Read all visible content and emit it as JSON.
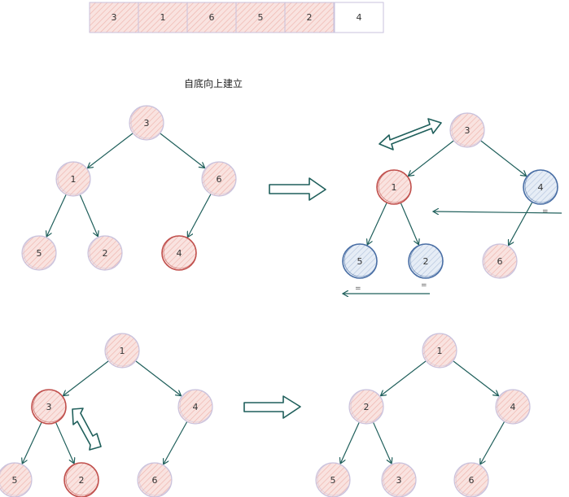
{
  "colors": {
    "fill": "#f7d9d6",
    "hatch": "#f1b9b3",
    "stroke_default": "#c9c2dd",
    "stroke_red": "#c0504d",
    "stroke_blue": "#4a6fa5",
    "fill_blue": "#dde6f3",
    "edge": "#1f5f5b",
    "arrow": "#1f5f5b"
  },
  "array": {
    "cells": [
      "3",
      "1",
      "6",
      "5",
      "2",
      "4"
    ]
  },
  "title": "自底向上建立",
  "tree1": {
    "nodes": [
      {
        "id": "n0",
        "label": "3",
        "style": "default"
      },
      {
        "id": "n1",
        "label": "1",
        "style": "default"
      },
      {
        "id": "n2",
        "label": "6",
        "style": "default"
      },
      {
        "id": "n3",
        "label": "5",
        "style": "default"
      },
      {
        "id": "n4",
        "label": "2",
        "style": "default"
      },
      {
        "id": "n5",
        "label": "4",
        "style": "red"
      }
    ]
  },
  "tree2": {
    "nodes": [
      {
        "id": "n0",
        "label": "3",
        "style": "default"
      },
      {
        "id": "n1",
        "label": "1",
        "style": "red"
      },
      {
        "id": "n2",
        "label": "4",
        "style": "blue"
      },
      {
        "id": "n3",
        "label": "5",
        "style": "blue"
      },
      {
        "id": "n4",
        "label": "2",
        "style": "blue"
      },
      {
        "id": "n5",
        "label": "6",
        "style": "default"
      }
    ],
    "marks": [
      "=",
      "=",
      "="
    ]
  },
  "tree3": {
    "nodes": [
      {
        "id": "n0",
        "label": "1",
        "style": "default"
      },
      {
        "id": "n1",
        "label": "3",
        "style": "red"
      },
      {
        "id": "n2",
        "label": "4",
        "style": "default"
      },
      {
        "id": "n3",
        "label": "5",
        "style": "default"
      },
      {
        "id": "n4",
        "label": "2",
        "style": "red"
      },
      {
        "id": "n5",
        "label": "6",
        "style": "default"
      }
    ]
  },
  "tree4": {
    "nodes": [
      {
        "id": "n0",
        "label": "1",
        "style": "default"
      },
      {
        "id": "n1",
        "label": "2",
        "style": "default"
      },
      {
        "id": "n2",
        "label": "4",
        "style": "default"
      },
      {
        "id": "n3",
        "label": "5",
        "style": "default"
      },
      {
        "id": "n4",
        "label": "3",
        "style": "default"
      },
      {
        "id": "n5",
        "label": "6",
        "style": "default"
      }
    ]
  }
}
